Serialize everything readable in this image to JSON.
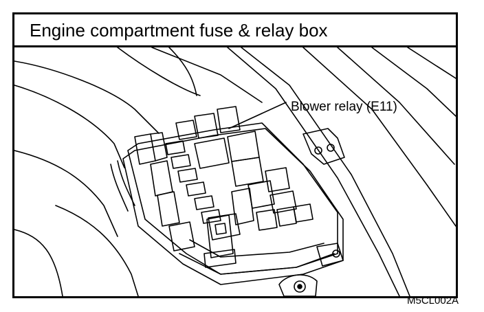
{
  "title": "Engine compartment fuse & relay box",
  "callout": {
    "label": "Blower relay (E11)"
  },
  "figure_code": "M5CL002A",
  "colors": {
    "line": "#000000",
    "background": "#ffffff"
  }
}
